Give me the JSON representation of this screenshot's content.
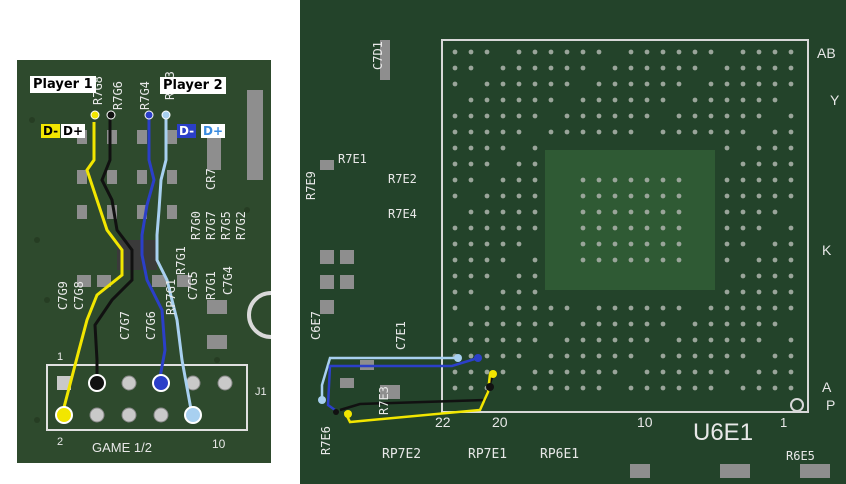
{
  "left_board": {
    "player1": "Player 1",
    "player2": "Player 2",
    "p1_dminus": "D-",
    "p1_dplus": "D+",
    "p2_dminus": "D-",
    "p2_dplus": "D+",
    "designators": [
      "R7G8",
      "R7G6",
      "R7G4",
      "R7G3",
      "R7G0",
      "R7G7",
      "R7G5",
      "R7G2",
      "R7G1",
      "CR7",
      "C7G9",
      "C7G8",
      "C7G7",
      "C7G6",
      "C7G5",
      "C7G4",
      "RP7G1",
      "R7G1"
    ],
    "connector_label": "GAME 1/2",
    "pin_1": "1",
    "pin_2": "2",
    "pin_10": "10",
    "j_label": "J1"
  },
  "right_board": {
    "chip_label": "U6E1",
    "designators": [
      "R7E1",
      "R7E2",
      "R7E4",
      "R7E9",
      "C7D1",
      "C6E7",
      "C7E1",
      "R7E3",
      "R7E6",
      "RP7E2",
      "RP7E1",
      "RP6E1",
      "R6E5"
    ],
    "pin_22": "22",
    "pin_20": "20",
    "pin_10": "10",
    "pin_1": "1",
    "row_ab": "AB",
    "row_y": "Y",
    "row_k": "K",
    "row_a": "A",
    "row_p": "P"
  },
  "colors": {
    "d_minus_p1": "#f2e600",
    "d_plus_p1": "#111111",
    "d_minus_p2": "#2b3fc8",
    "d_plus_p2": "#a8d0f0"
  }
}
